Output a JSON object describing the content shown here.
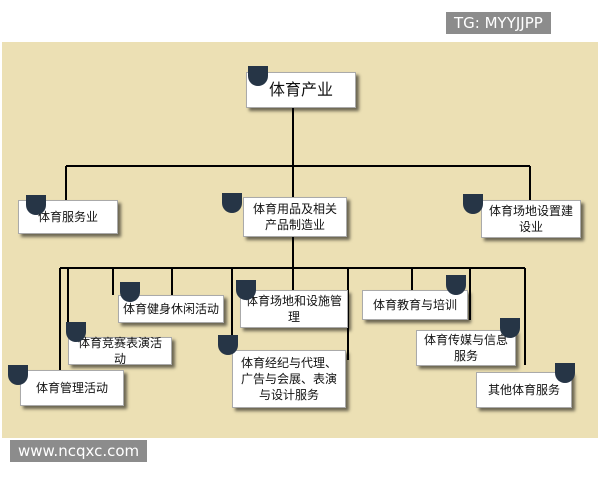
{
  "watermarks": {
    "top": "TG: MYYJJPP",
    "bottom": "www.ncqxc.com"
  },
  "nodes": {
    "root": "体育产业",
    "service": "体育服务业",
    "goods": "体育用品及相关产品制造业",
    "venue_build": "体育场地设置建设业",
    "fitness": "体育健身休闲活动",
    "venue_mgmt": "体育场地和设施管理",
    "education": "体育教育与培训",
    "competition": "体育竞赛表演活动",
    "agency": "体育经纪与代理、广告与会展、表演与设计服务",
    "media": "体育传媒与信息服务",
    "management": "体育管理活动",
    "other": "其他体育服务"
  },
  "colors": {
    "panel": "#ece0b4",
    "tab": "#263546",
    "line": "#000000"
  }
}
